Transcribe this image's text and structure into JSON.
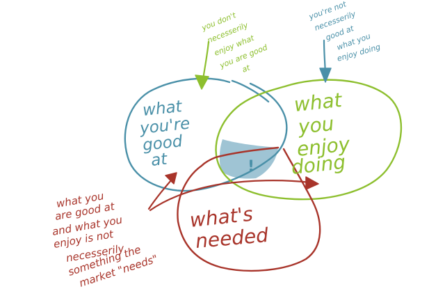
{
  "colors": {
    "blue": "#4a90a8",
    "green": "#8dbf2e",
    "red": "#a8342a",
    "overlap_fill": "#7fb0c6"
  },
  "circles": {
    "good_at": [
      "what",
      "you're",
      "good",
      "at"
    ],
    "enjoy": [
      "what",
      "you",
      "enjoy",
      "doing"
    ],
    "needed": [
      "what's",
      "needed"
    ]
  },
  "center_mark": "!",
  "notes": {
    "good_not_enjoy": [
      "you don't",
      "necesserily",
      "enjoy what",
      "you are good",
      "at"
    ],
    "enjoy_not_good": [
      "you're not",
      "necesserily",
      "good at",
      "what you",
      "enjoy doing"
    ],
    "market": [
      "what you",
      "are good at",
      "and what you",
      "enjoy is not",
      "necesserily",
      "something the",
      "market \"needs\""
    ]
  }
}
